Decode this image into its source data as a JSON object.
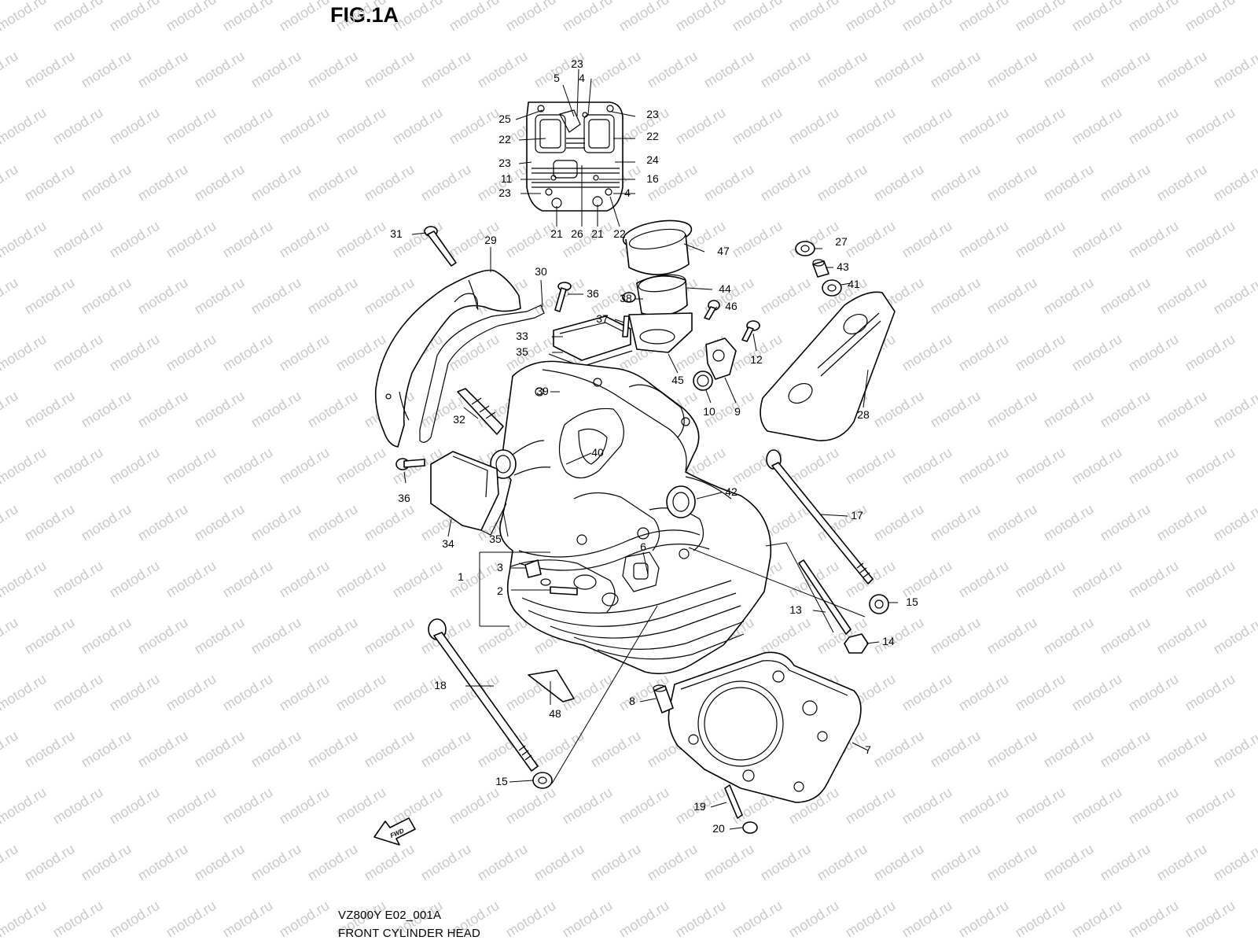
{
  "figure": {
    "title": "FIG.1A",
    "model_code": "VZ800Y E02_001A",
    "caption": "FRONT CYLINDER HEAD",
    "watermark": "motod.ru",
    "fwd_mark": "FWD"
  },
  "callouts": [
    {
      "id": "c1",
      "label": "1"
    },
    {
      "id": "c2",
      "label": "2"
    },
    {
      "id": "c3",
      "label": "3"
    },
    {
      "id": "c4a",
      "label": "4"
    },
    {
      "id": "c4b",
      "label": "4"
    },
    {
      "id": "c5",
      "label": "5"
    },
    {
      "id": "c6",
      "label": "6"
    },
    {
      "id": "c7",
      "label": "7"
    },
    {
      "id": "c8",
      "label": "8"
    },
    {
      "id": "c9",
      "label": "9"
    },
    {
      "id": "c10",
      "label": "10"
    },
    {
      "id": "c11",
      "label": "11"
    },
    {
      "id": "c12",
      "label": "12"
    },
    {
      "id": "c13",
      "label": "13"
    },
    {
      "id": "c14",
      "label": "14"
    },
    {
      "id": "c15a",
      "label": "15"
    },
    {
      "id": "c15b",
      "label": "15"
    },
    {
      "id": "c16",
      "label": "16"
    },
    {
      "id": "c17",
      "label": "17"
    },
    {
      "id": "c18",
      "label": "18"
    },
    {
      "id": "c19",
      "label": "19"
    },
    {
      "id": "c20",
      "label": "20"
    },
    {
      "id": "c21a",
      "label": "21"
    },
    {
      "id": "c21b",
      "label": "21"
    },
    {
      "id": "c22a",
      "label": "22"
    },
    {
      "id": "c22b",
      "label": "22"
    },
    {
      "id": "c22c",
      "label": "22"
    },
    {
      "id": "c23a",
      "label": "23"
    },
    {
      "id": "c23b",
      "label": "23"
    },
    {
      "id": "c23c",
      "label": "23"
    },
    {
      "id": "c23d",
      "label": "23"
    },
    {
      "id": "c24",
      "label": "24"
    },
    {
      "id": "c25",
      "label": "25"
    },
    {
      "id": "c26",
      "label": "26"
    },
    {
      "id": "c27",
      "label": "27"
    },
    {
      "id": "c28",
      "label": "28"
    },
    {
      "id": "c29",
      "label": "29"
    },
    {
      "id": "c30",
      "label": "30"
    },
    {
      "id": "c31",
      "label": "31"
    },
    {
      "id": "c32",
      "label": "32"
    },
    {
      "id": "c33",
      "label": "33"
    },
    {
      "id": "c34",
      "label": "34"
    },
    {
      "id": "c35a",
      "label": "35"
    },
    {
      "id": "c35b",
      "label": "35"
    },
    {
      "id": "c36a",
      "label": "36"
    },
    {
      "id": "c36b",
      "label": "36"
    },
    {
      "id": "c37",
      "label": "37"
    },
    {
      "id": "c38",
      "label": "38"
    },
    {
      "id": "c39",
      "label": "39"
    },
    {
      "id": "c40",
      "label": "40"
    },
    {
      "id": "c41",
      "label": "41"
    },
    {
      "id": "c42",
      "label": "42"
    },
    {
      "id": "c43",
      "label": "43"
    },
    {
      "id": "c44",
      "label": "44"
    },
    {
      "id": "c45",
      "label": "45"
    },
    {
      "id": "c46",
      "label": "46"
    },
    {
      "id": "c47",
      "label": "47"
    },
    {
      "id": "c48",
      "label": "48"
    }
  ]
}
